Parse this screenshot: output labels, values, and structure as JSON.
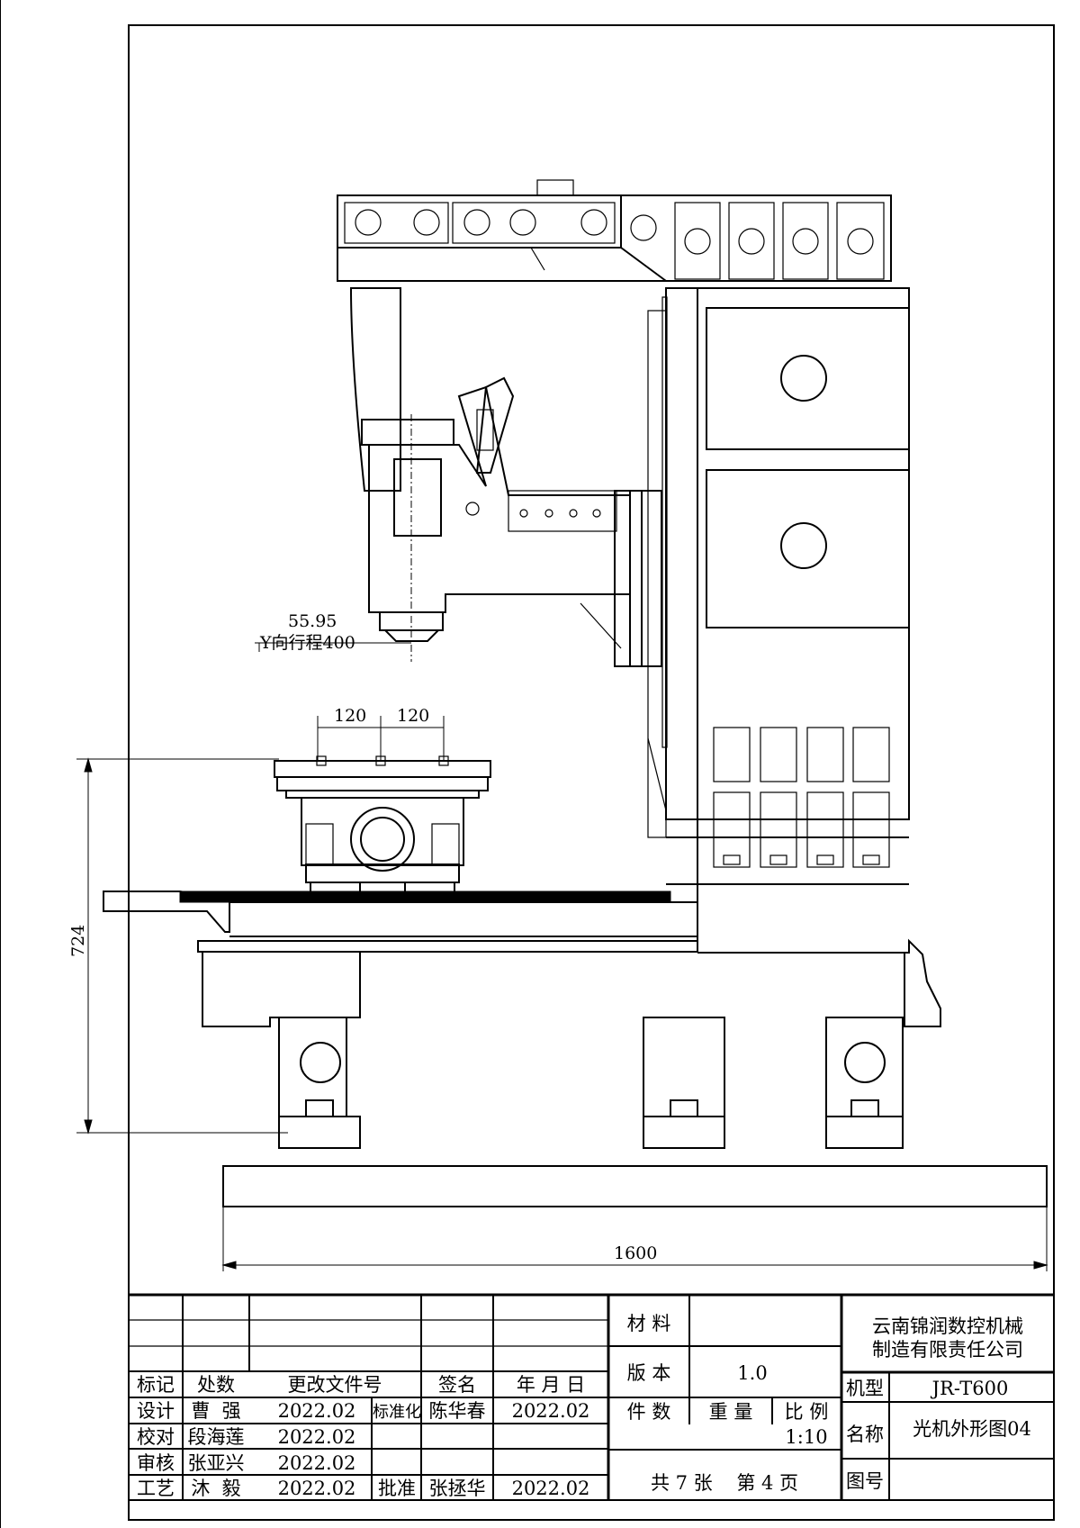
{
  "drawing": {
    "dimensions": {
      "offset": "55.95",
      "y_travel": "Y向行程400",
      "left_span": "120",
      "right_span": "120",
      "height": "724",
      "width": "1600"
    }
  },
  "title_block": {
    "company_line1": "云南锦润数控机械",
    "company_line2": "制造有限责任公司",
    "material_label": "材 料",
    "version_label": "版 本",
    "version_value": "1.0",
    "pieces_label": "件 数",
    "weight_label": "重 量",
    "scale_label": "比 例",
    "scale_value": "1:10",
    "model_label": "机型",
    "model_value": "JR-T600",
    "name_label": "名称",
    "name_value": "光机外形图04",
    "drawing_no_label": "图号",
    "sheet_info": "共 7 张    第 4 页",
    "revision_headers": [
      "标记",
      "处数",
      "更改文件号",
      "签名",
      "年 月 日"
    ],
    "signoff": {
      "design_label": "设计",
      "design_name": "曹  强",
      "design_date": "2022.02",
      "standard_label": "标准化",
      "standard_name": "陈华春",
      "standard_date": "2022.02",
      "check_label": "校对",
      "check_name": "段海莲",
      "check_date": "2022.02",
      "review_label": "审核",
      "review_name": "张亚兴",
      "review_date": "2022.02",
      "process_label": "工艺",
      "process_name": "沐  毅",
      "process_date": "2022.02",
      "approve_label": "批准",
      "approve_name": "张拯华",
      "approve_date": "2022.02"
    }
  }
}
